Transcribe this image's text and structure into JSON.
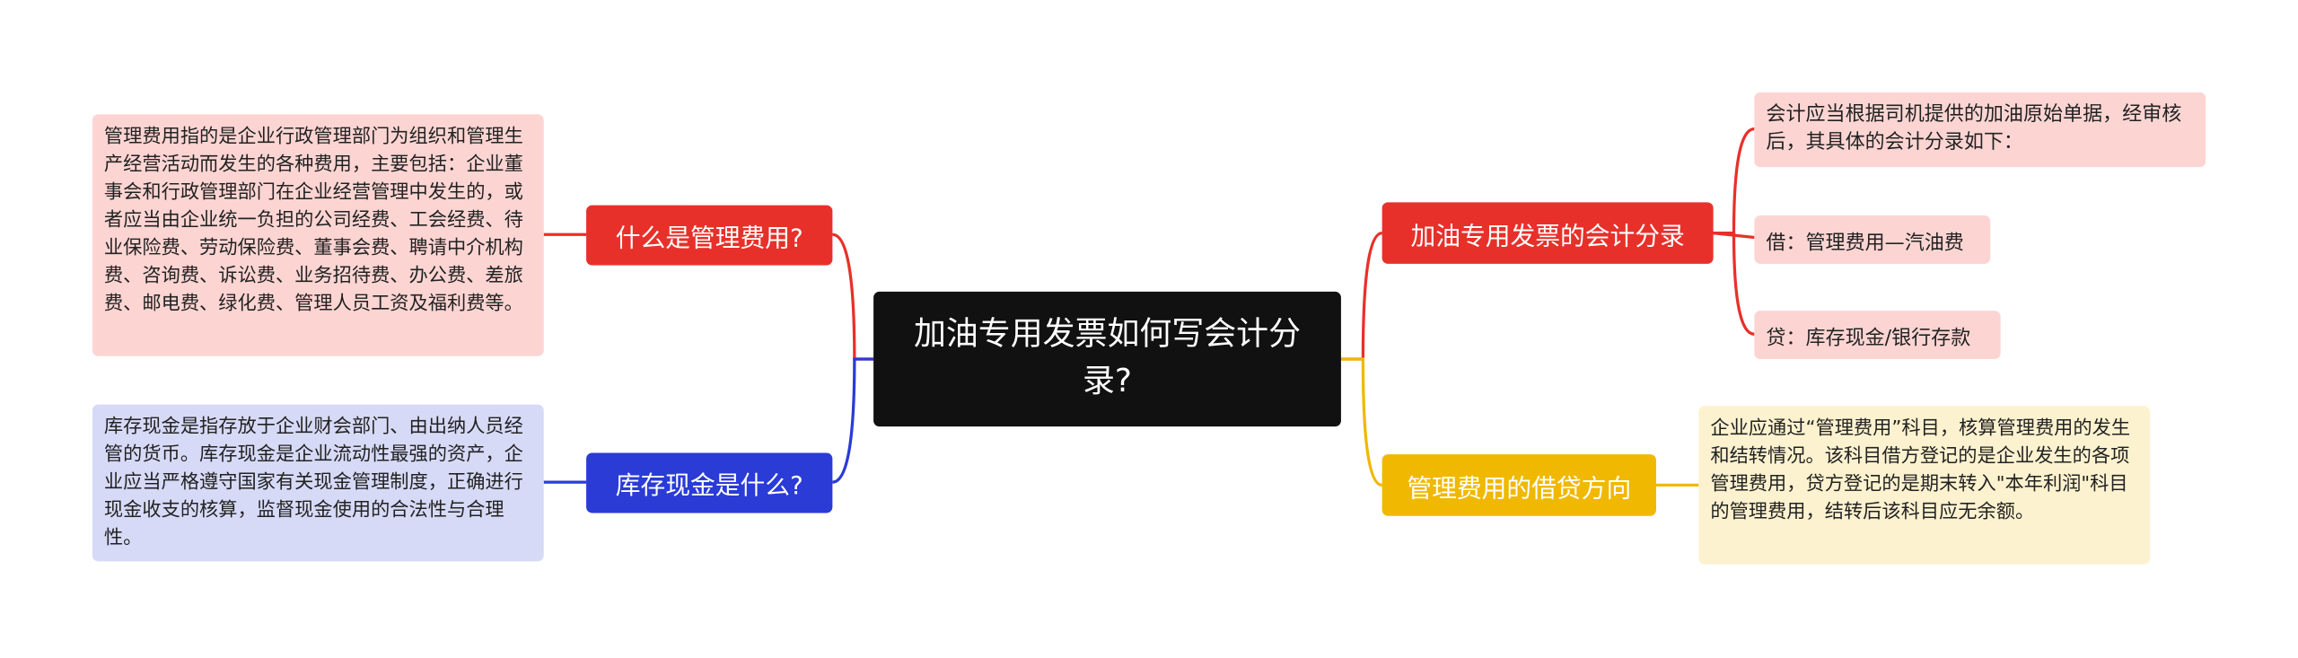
{
  "root": {
    "text": "加油专用发票如何写会计分录?"
  },
  "branches": {
    "what_is_mgmt_fee": {
      "label": "什么是管理费用?",
      "detail": "管理费用指的是企业行政管理部门为组织和管理生产经营活动而发生的各种费用，主要包括：企业董事会和行政管理部门在企业经营管理中发生的，或者应当由企业统一负担的公司经费、工会经费、待业保险费、劳动保险费、董事会费、聘请中介机构费、咨询费、诉讼费、业务招待费、办公费、差旅费、邮电费、绿化费、管理人员工资及福利费等。"
    },
    "what_is_cash": {
      "label": "库存现金是什么?",
      "detail": "库存现金是指存放于企业财会部门、由出纳人员经管的货币。库存现金是企业流动性最强的资产，企业应当严格遵守国家有关现金管理制度，正确进行现金收支的核算，监督现金使用的合法性与合理性。"
    },
    "fuel_invoice_entry": {
      "label": "加油专用发票的会计分录",
      "items": [
        "会计应当根据司机提供的加油原始单据，经审核后，其具体的会计分录如下：",
        "借：管理费用—汽油费",
        "贷：库存现金/银行存款"
      ]
    },
    "mgmt_fee_direction": {
      "label": "管理费用的借贷方向",
      "detail": "企业应通过“管理费用”科目，核算管理费用的发生和结转情况。该科目借方登记的是企业发生的各项管理费用，贷方登记的是期末转入\"本年利润\"科目的管理费用，结转后该科目应无余额。"
    }
  },
  "colors": {
    "root_bg": "#111111",
    "red": "#e8302a",
    "red_light": "#fcd5d3",
    "blue": "#2a3bd6",
    "blue_light": "#d7daf7",
    "yellow": "#f0b800",
    "yellow_light": "#fdf2cf"
  }
}
